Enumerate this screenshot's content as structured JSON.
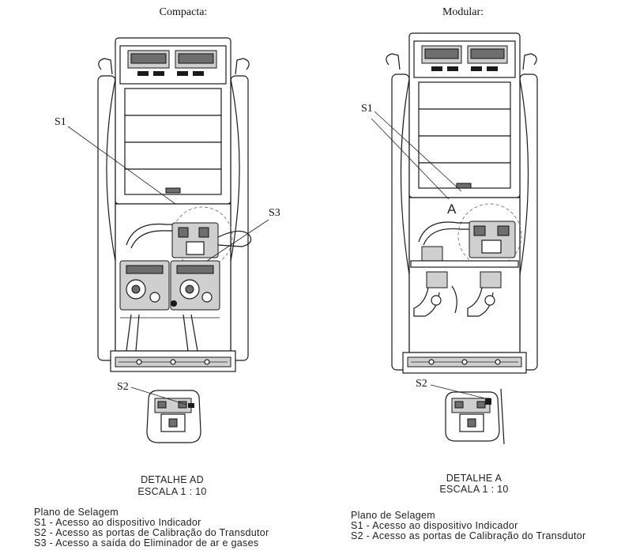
{
  "left_panel": {
    "title": "Compacta:",
    "callouts": {
      "s1": "S1",
      "s3": "S3",
      "s2": "S2"
    },
    "detail_title": "DETALHE AD",
    "detail_scale": "ESCALA 1 : 10",
    "legend": [
      "Plano de Selagem",
      "S1 - Acesso ao dispositivo Indicador",
      "S2 - Acesso as portas de Calibração do Transdutor",
      "S3 - Acesso a saída do Eliminador de ar  e gases"
    ]
  },
  "right_panel": {
    "title": "Modular:",
    "callouts": {
      "s1": "S1",
      "s2": "S2",
      "detail_mark": "A"
    },
    "detail_title": "DETALHE A",
    "detail_scale": "ESCALA 1 : 10",
    "legend": [
      "Plano de Selagem",
      "S1 - Acesso ao dispositivo Indicador",
      "S2 - Acesso as portas de Calibração do Transdutor"
    ]
  }
}
